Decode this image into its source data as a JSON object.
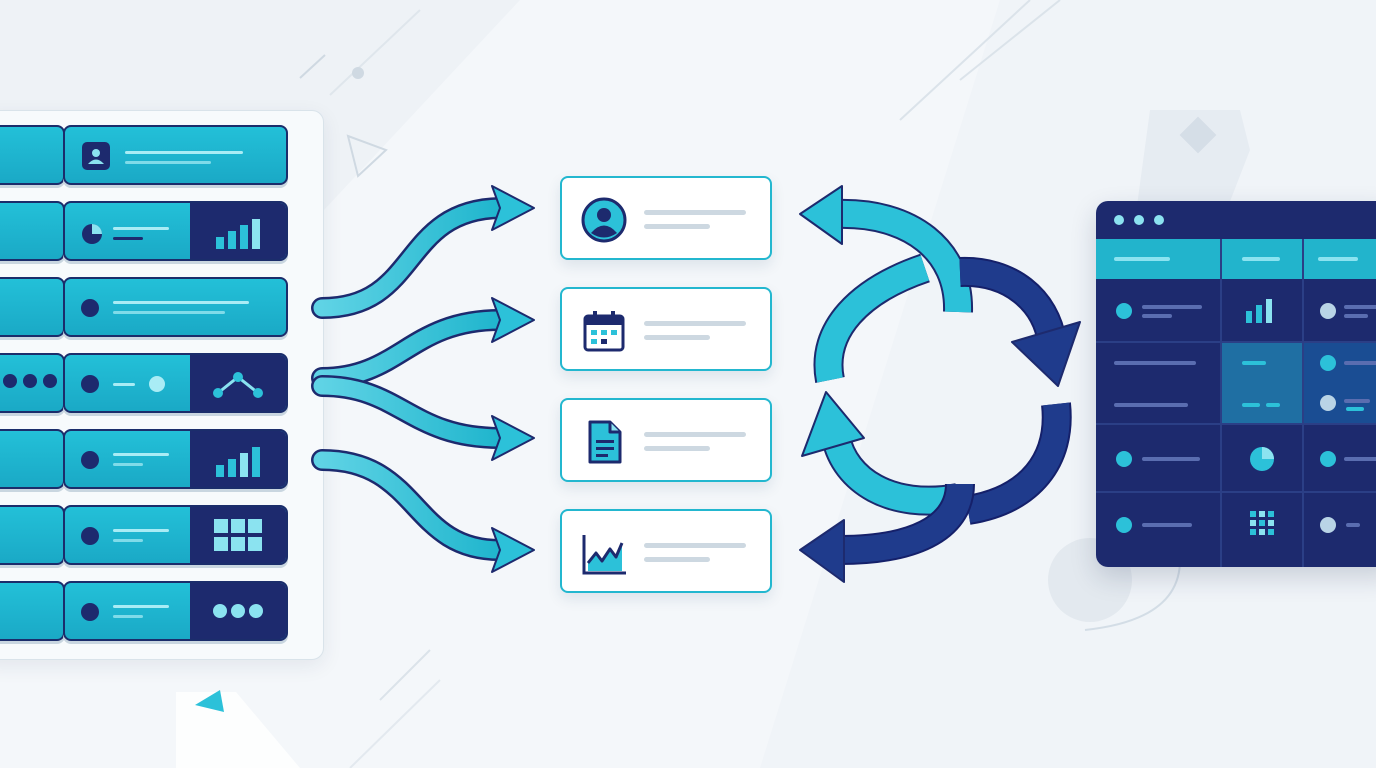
{
  "diagram": {
    "left_panel": {
      "rows": [
        {
          "icon": "user-icon",
          "dark_block": false
        },
        {
          "icon": "pie-icon",
          "dark_block": true,
          "block_icon": "bar-chart-icon"
        },
        {
          "icon": "dot-icon",
          "dark_block": false
        },
        {
          "icon": "dot-icon",
          "dark_block": true,
          "block_icon": "network-icon"
        },
        {
          "icon": "dot-icon",
          "dark_block": true,
          "block_icon": "bar-chart-icon"
        },
        {
          "icon": "dot-icon",
          "dark_block": true,
          "block_icon": "grid-icon"
        },
        {
          "icon": "dot-icon",
          "dark_block": true,
          "block_icon": "dots-icon"
        }
      ]
    },
    "cards": [
      {
        "icon": "user-avatar-icon"
      },
      {
        "icon": "calendar-icon"
      },
      {
        "icon": "document-icon"
      },
      {
        "icon": "line-chart-icon"
      }
    ],
    "cycle": {
      "arrows": 4
    },
    "right_panel": {
      "columns": 3,
      "rows": 5
    },
    "colors": {
      "teal": "#1fb5cd",
      "teal_light": "#8be3f0",
      "navy": "#1d2a6e",
      "background": "#f4f7fa",
      "card_border": "#23b7cf"
    }
  }
}
